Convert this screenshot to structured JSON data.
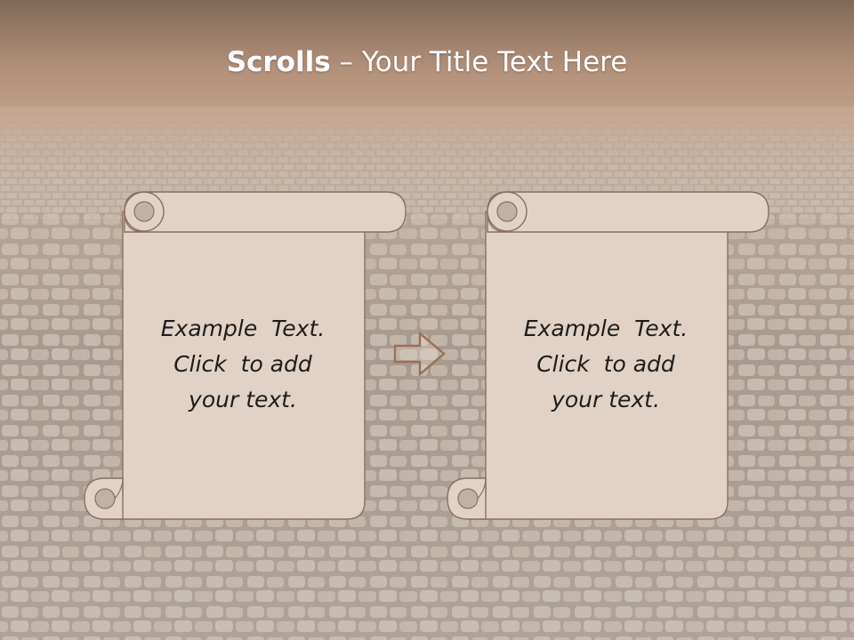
{
  "slide": {
    "title_bold": "Scrolls",
    "title_rest": " – Your Title Text Here"
  },
  "scrolls": [
    {
      "lines": [
        "Example  Text.",
        "Click  to add",
        "your text."
      ]
    },
    {
      "lines": [
        "Example  Text.",
        "Click  to add",
        "your text."
      ]
    }
  ],
  "icons": {
    "arrow": "right-arrow-outline-icon"
  },
  "colors": {
    "header_top": "#7f6a58",
    "header_bottom": "#c09c81",
    "scroll_fill": "#e2d2c5",
    "scroll_curl": "#bfb1a5",
    "scroll_stroke": "#8a705e",
    "arrow_stroke": "#9a7154"
  }
}
